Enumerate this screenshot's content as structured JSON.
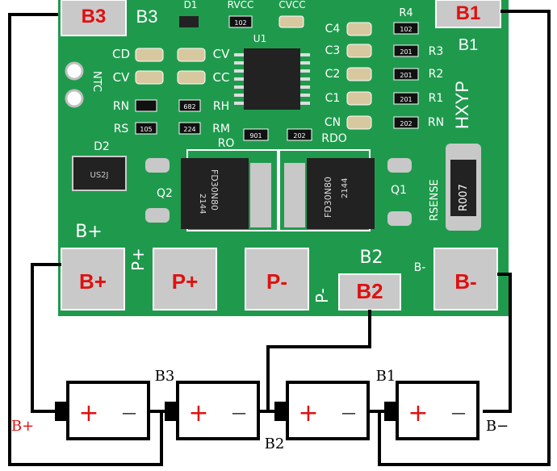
{
  "colors": {
    "pcb": "#1f9a4d",
    "silk": "#ffffff",
    "pad": "#c9c9c9",
    "pad_label": "#e01010",
    "wire": "#000000",
    "plus": "#e01010",
    "chip": "#222222",
    "smd": "#d8c8a0"
  },
  "board": {
    "top_labels": {
      "b3_pad": "B3",
      "b3_silk": "B3",
      "b1_pad": "B1",
      "b1_silk": "B1",
      "d1": "D1",
      "rvcc": "RVCC",
      "cvcc": "CVCC",
      "u1": "U1",
      "r4": "R4",
      "cd": "CD",
      "cv_left": "CV",
      "cv_right": "CV",
      "cc": "CC",
      "c4": "C4",
      "c3": "C3",
      "c2": "C2",
      "c1": "C1",
      "cn": "CN",
      "r3": "R3",
      "r2": "R2",
      "r1": "R1",
      "rn_right": "RN",
      "rn_left": "RN",
      "rh": "RH",
      "rs": "RS",
      "rm": "RM",
      "ro": "RO",
      "rdo": "RDO",
      "ntc": "NTC",
      "brand": "HXYP",
      "d2": "D2",
      "q2": "Q2",
      "q1": "Q1",
      "rsense": "RSENSE",
      "b_plus_silk": "B+",
      "p_plus_silk": "P+",
      "p_minus_silk": "P-",
      "b2_silk": "B2",
      "b_minus_silk": "B-"
    },
    "chip_marks": {
      "rvcc_res": "102",
      "r4_res": "102",
      "r3_res": "201",
      "r2_res": "201",
      "r1_res": "201",
      "rn_res": "202",
      "rh_res": "682",
      "rs_res": "105",
      "rm_res": "224",
      "ro_res": "901",
      "rdo_res": "202",
      "d2_mark": "US2J",
      "q2_mark": "FD30N80",
      "q2_sub": "2144",
      "q1_mark": "FD30N80",
      "q1_sub": "2144",
      "rsense_mark": "R007"
    },
    "pads": {
      "b_plus": "B+",
      "p_plus": "P+",
      "p_minus": "P-",
      "b2": "B2",
      "b_minus": "B-"
    }
  },
  "batteries": {
    "cells": [
      {
        "plus": "+",
        "minus": "—"
      },
      {
        "plus": "+",
        "minus": "—"
      },
      {
        "plus": "+",
        "minus": "—"
      },
      {
        "plus": "+",
        "minus": "—"
      }
    ],
    "labels": {
      "b_plus": "B+",
      "b3": "B3",
      "b2": "B2",
      "b1": "B1",
      "b_minus": "B−"
    }
  }
}
